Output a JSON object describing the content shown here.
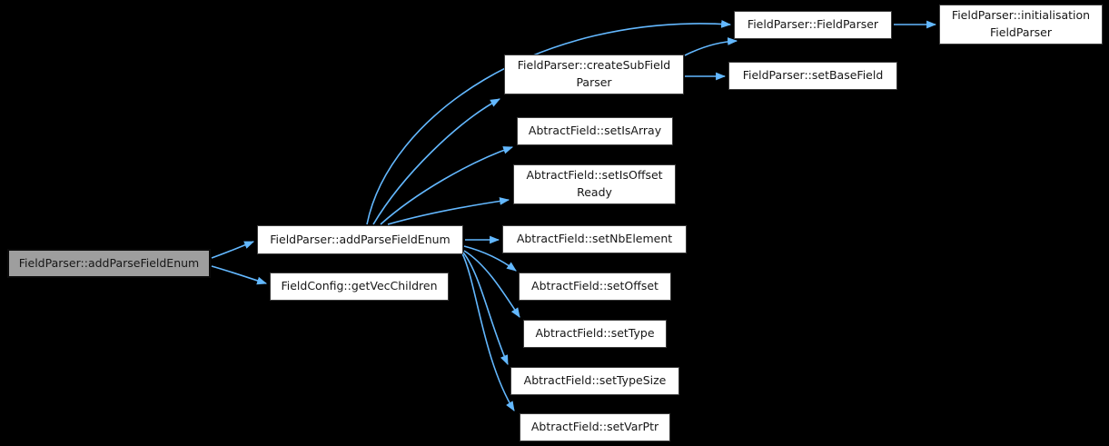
{
  "graph_type": "call-graph",
  "colors": {
    "background": "#000000",
    "edge": "#63b8ff",
    "node_fill": "#ffffff",
    "node_border": "#3c3c3c",
    "node_text": "#161616",
    "current_node_fill": "#9e9e9e",
    "current_node_border": "#0a0a0a"
  },
  "nodes": [
    {
      "id": "n0",
      "label": "FieldParser::addParseFieldEnum",
      "lines": [
        "FieldParser::addParseFieldEnum"
      ],
      "current": true
    },
    {
      "id": "n1",
      "label": "FieldParser::addParseFieldEnum",
      "lines": [
        "FieldParser::addParseFieldEnum"
      ]
    },
    {
      "id": "n2",
      "label": "FieldConfig::getVecChildren",
      "lines": [
        "FieldConfig::getVecChildren"
      ]
    },
    {
      "id": "n3",
      "label": "FieldParser::createSubFieldParser",
      "lines": [
        "FieldParser::createSubField",
        "Parser"
      ]
    },
    {
      "id": "n4",
      "label": "FieldParser::FieldParser",
      "lines": [
        "FieldParser::FieldParser"
      ]
    },
    {
      "id": "n5",
      "label": "FieldParser::initialisationFieldParser",
      "lines": [
        "FieldParser::initialisation",
        "FieldParser"
      ]
    },
    {
      "id": "n6",
      "label": "FieldParser::setBaseField",
      "lines": [
        "FieldParser::setBaseField"
      ]
    },
    {
      "id": "n7",
      "label": "AbtractField::setIsArray",
      "lines": [
        "AbtractField::setIsArray"
      ]
    },
    {
      "id": "n8",
      "label": "AbtractField::setIsOffsetReady",
      "lines": [
        "AbtractField::setIsOffset",
        "Ready"
      ]
    },
    {
      "id": "n9",
      "label": "AbtractField::setNbElement",
      "lines": [
        "AbtractField::setNbElement"
      ]
    },
    {
      "id": "n10",
      "label": "AbtractField::setOffset",
      "lines": [
        "AbtractField::setOffset"
      ]
    },
    {
      "id": "n11",
      "label": "AbtractField::setType",
      "lines": [
        "AbtractField::setType"
      ]
    },
    {
      "id": "n12",
      "label": "AbtractField::setTypeSize",
      "lines": [
        "AbtractField::setTypeSize"
      ]
    },
    {
      "id": "n13",
      "label": "AbtractField::setVarPtr",
      "lines": [
        "AbtractField::setVarPtr"
      ]
    }
  ],
  "edges": [
    {
      "from": "n0",
      "to": "n1"
    },
    {
      "from": "n0",
      "to": "n2"
    },
    {
      "from": "n1",
      "to": "n4"
    },
    {
      "from": "n1",
      "to": "n3"
    },
    {
      "from": "n1",
      "to": "n7"
    },
    {
      "from": "n1",
      "to": "n8"
    },
    {
      "from": "n1",
      "to": "n9"
    },
    {
      "from": "n1",
      "to": "n10"
    },
    {
      "from": "n1",
      "to": "n11"
    },
    {
      "from": "n1",
      "to": "n12"
    },
    {
      "from": "n1",
      "to": "n13"
    },
    {
      "from": "n3",
      "to": "n4"
    },
    {
      "from": "n3",
      "to": "n6"
    },
    {
      "from": "n4",
      "to": "n5"
    }
  ]
}
